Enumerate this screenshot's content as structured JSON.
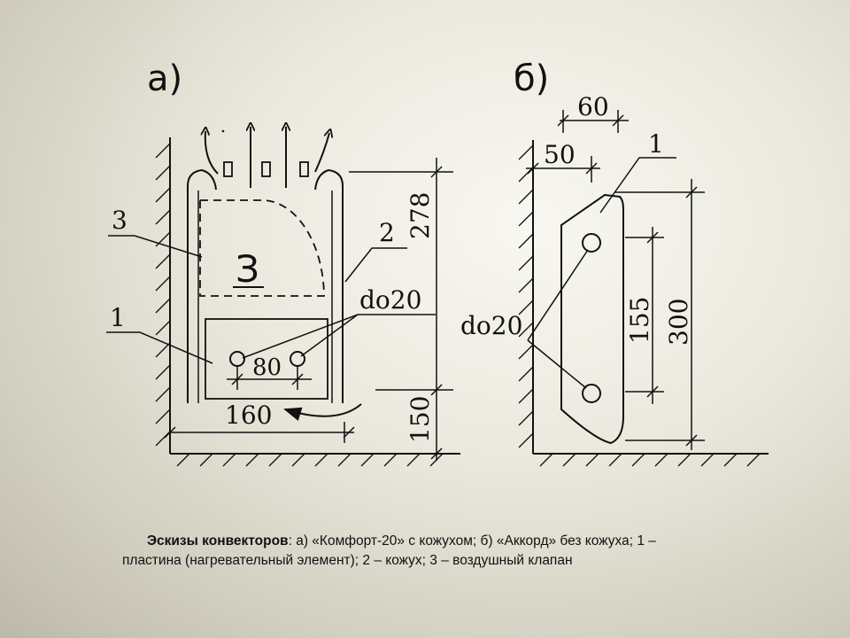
{
  "diagram": {
    "panel_a_label": "а)",
    "panel_b_label": "б)",
    "panel_a": {
      "callout_3": "3",
      "callout_2": "2",
      "callout_1": "1",
      "inner_mark": "З",
      "hole_label": "do20",
      "dim_80": "80",
      "dim_160": "160",
      "dim_278": "278",
      "dim_150": "150"
    },
    "panel_b": {
      "dim_60": "60",
      "dim_50": "50",
      "callout_1": "1",
      "hole_label": "do20",
      "dim_155": "155",
      "dim_300": "300"
    }
  },
  "caption": {
    "title": "Эскизы конвекторов",
    "text": ": а) «Комфорт-20» с кожухом; б) «Аккорд» без кожуха; 1 – пластина (нагревательный  элемент); 2 – кожух; 3 – воздушный клапан"
  }
}
